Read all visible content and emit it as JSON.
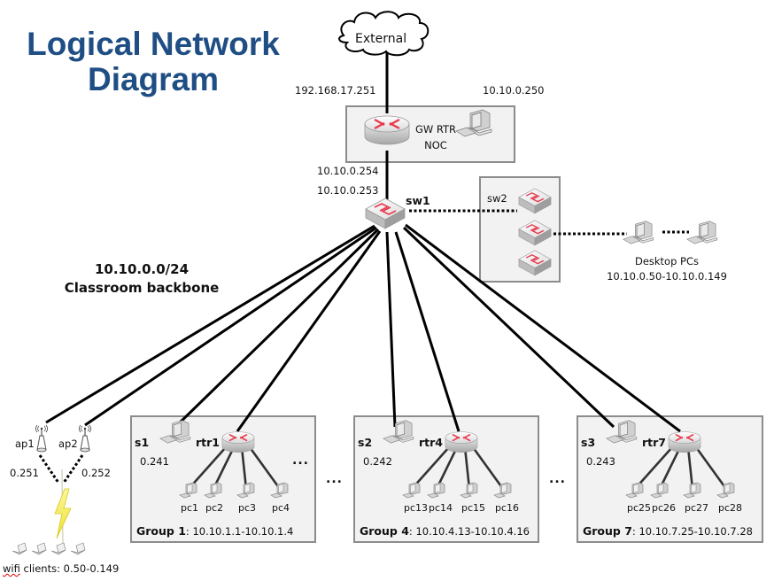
{
  "title": {
    "line1": "Logical Network",
    "line2": "Diagram"
  },
  "colors": {
    "title": "#1f4e85",
    "device_accent": "#e8364a",
    "group_box_fill": "#f2f2f2",
    "group_box_border": "#8c8c8c",
    "link": "#000000",
    "lightning": "#f4ea3c"
  },
  "external": {
    "label": "External",
    "icon": "cloud-icon"
  },
  "gateway": {
    "external_ip": "192.168.17.251",
    "label_line1": "GW RTR",
    "label_line2": "NOC",
    "noc_ip": "10.10.0.250",
    "internal_ip": "10.10.0.254",
    "router_icon": "router-icon",
    "noc_icon": "desktop-pc-icon"
  },
  "backbone": {
    "subnet": "10.10.0.0/24",
    "name": "Classroom backbone",
    "sw1": {
      "label": "sw1",
      "ip": "10.10.0.253",
      "icon": "switch-icon"
    },
    "sw2": {
      "label": "sw2",
      "icon": "switch-stack-icon",
      "units": 3
    }
  },
  "desktops": {
    "label": "Desktop PCs",
    "range": "10.10.0.50-10.10.0.149",
    "icon": "desktop-pc-icon"
  },
  "wifi": {
    "access_points": [
      {
        "label": "ap1",
        "ip": "0.251",
        "icon": "wireless-ap-icon"
      },
      {
        "label": "ap2",
        "ip": "0.252",
        "icon": "wireless-ap-icon"
      }
    ],
    "clients_label_word": "wifi",
    "clients_label_rest": " clients: 0.50-0.149",
    "client_count": 4,
    "icon": "laptop-icon"
  },
  "groups": [
    {
      "name": "Group 1",
      "range": ": 10.10.1.1-10.10.1.4",
      "server": "s1",
      "server_ip": "0.241",
      "router": "rtr1",
      "pcs": [
        "pc1",
        "pc2",
        "pc3",
        "pc4"
      ],
      "trailing": "..."
    },
    {
      "name": "Group 4",
      "range": ": 10.10.4.13-10.10.4.16",
      "server": "s2",
      "server_ip": "0.242",
      "router": "rtr4",
      "pcs": [
        "pc13",
        "pc14",
        "pc15",
        "pc16"
      ],
      "trailing": ""
    },
    {
      "name": "Group 7",
      "range": ": 10.10.7.25-10.10.7.28",
      "server": "s3",
      "server_ip": "0.243",
      "router": "rtr7",
      "pcs": [
        "pc25",
        "pc26",
        "pc27",
        "pc28"
      ],
      "trailing": ""
    }
  ],
  "ellipses": [
    "...",
    "..."
  ]
}
